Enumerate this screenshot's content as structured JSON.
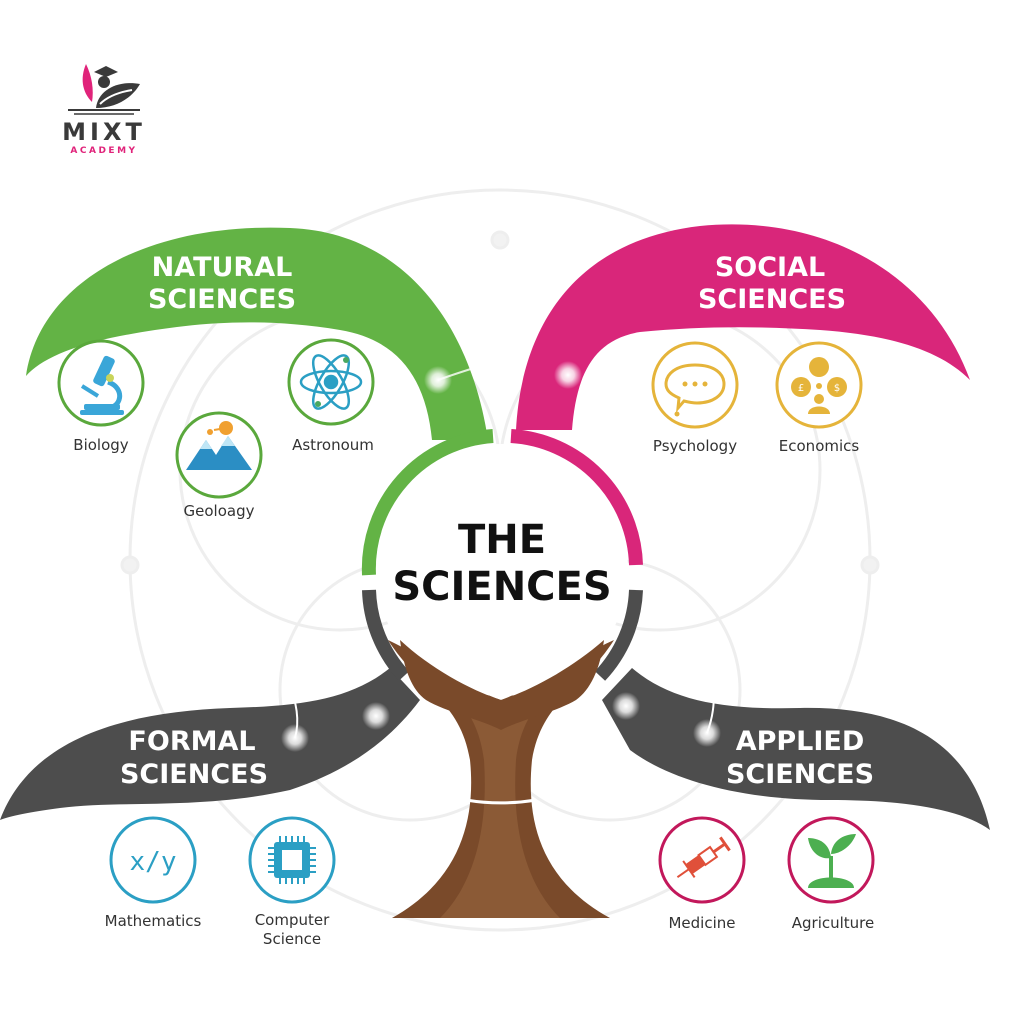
{
  "logo": {
    "name": "MIXT",
    "tagline": "ACADEMY",
    "colors": {
      "dark": "#3a3a3a",
      "pink": "#e0237a"
    }
  },
  "center": {
    "line1": "THE",
    "line2": "SCIENCES",
    "trunk_color": "#7a4a2a"
  },
  "branches": {
    "natural": {
      "line1": "NATURAL",
      "line2": "SCIENCES",
      "color": "#63b345",
      "items": [
        {
          "label": "Biology",
          "icon": "microscope-icon"
        },
        {
          "label": "Geoloagy",
          "icon": "mountain-icon"
        },
        {
          "label": "Astronoum",
          "icon": "atom-icon"
        }
      ]
    },
    "social": {
      "line1": "SOCIAL",
      "line2": "SCIENCES",
      "color": "#d9267a",
      "items": [
        {
          "label": "Psychology",
          "icon": "speech-bubble-icon"
        },
        {
          "label": "Economics",
          "icon": "currency-people-icon"
        }
      ]
    },
    "formal": {
      "line1": "FORMAL",
      "line2": "SCIENCES",
      "color": "#4d4d4d",
      "items": [
        {
          "label": "Mathematics",
          "icon": "x-over-y-icon"
        },
        {
          "label": "Computer",
          "label2": "Science",
          "icon": "chip-icon"
        }
      ]
    },
    "applied": {
      "line1": "APPLIED",
      "line2": "SCIENCES",
      "color": "#4d4d4d",
      "items": [
        {
          "label": "Medicine",
          "icon": "syringe-icon"
        },
        {
          "label": "Agriculture",
          "icon": "sprout-icon"
        }
      ]
    }
  }
}
